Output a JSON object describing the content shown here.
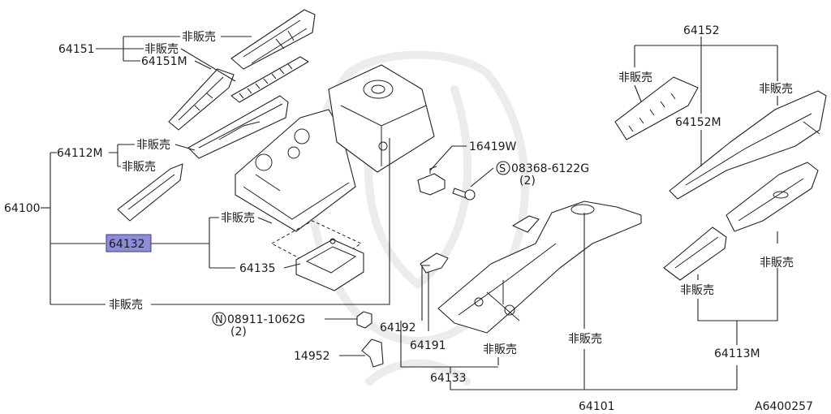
{
  "labels": {
    "p64151": "64151",
    "p64151m": "64151M",
    "p64112m": "64112M",
    "p64100": "64100",
    "p64132": "64132",
    "p64135": "64135",
    "p16419w": "16419W",
    "s_bolt": "08368-6122G",
    "s_bolt_qty": "(2)",
    "n_nut": "08911-1062G",
    "n_nut_qty": "(2)",
    "p14952": "14952",
    "p64192": "64192",
    "p64191": "64191",
    "p64133": "64133",
    "p64101": "64101",
    "p64152": "64152",
    "p64152m": "64152M",
    "p64113m": "64113M",
    "not_for_sale": "非販売",
    "s_symbol": "S",
    "n_symbol": "N",
    "diagram_code": "A6400257"
  },
  "highlight_color": "#8c8cd8"
}
